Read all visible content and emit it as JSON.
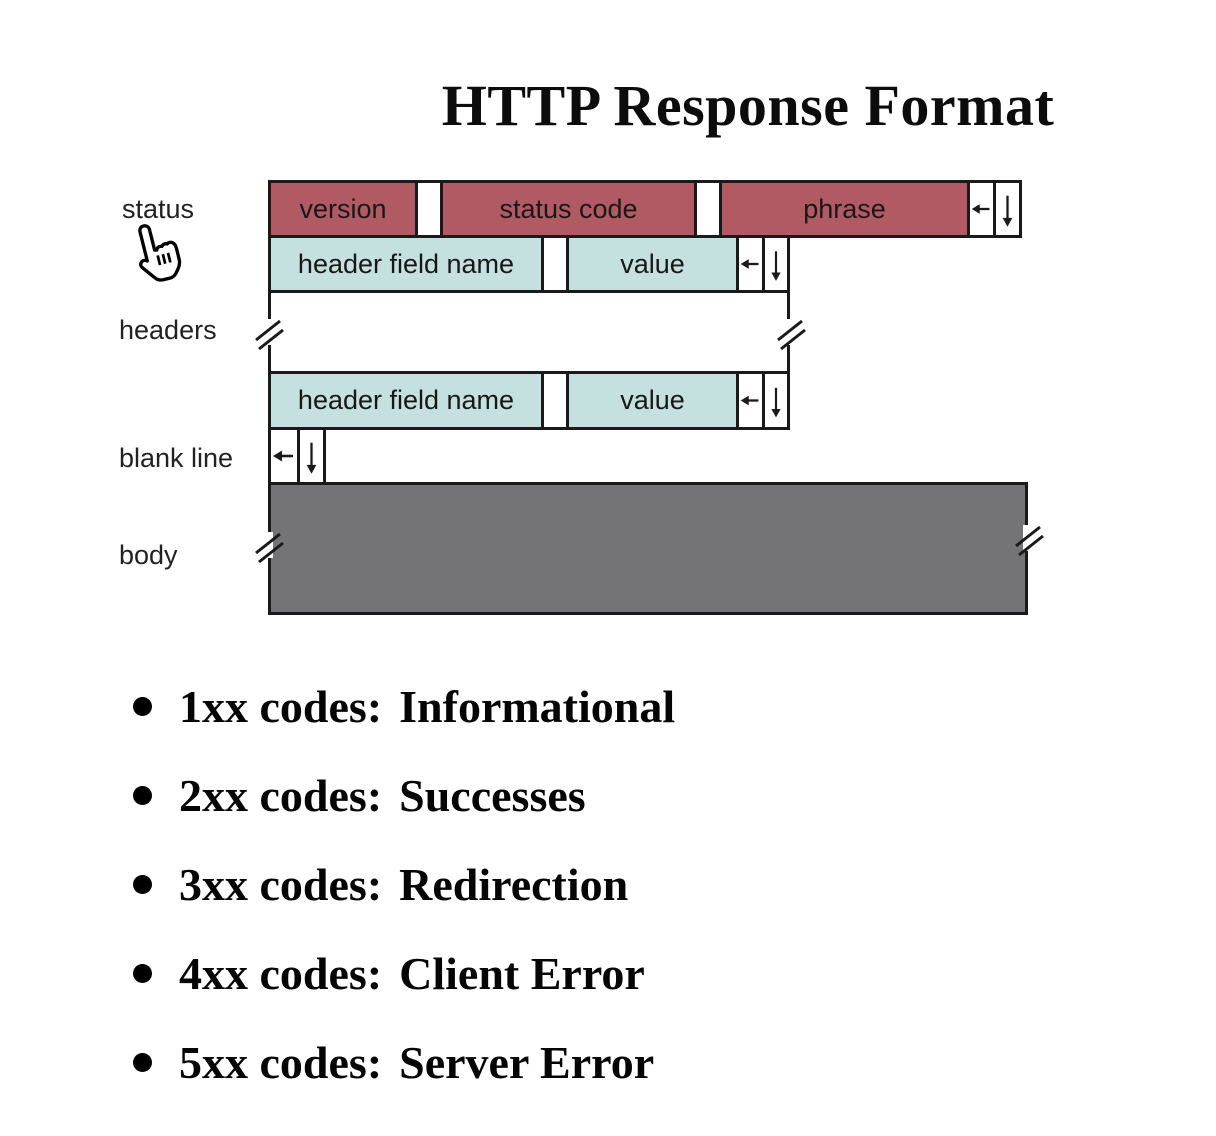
{
  "title": "HTTP Response Format",
  "diagram": {
    "row_labels": {
      "status": "status",
      "headers": "headers",
      "blank_line": "blank line",
      "body": "body"
    },
    "status_row": {
      "version": "version",
      "status_code": "status code",
      "phrase": "phrase"
    },
    "header_row_top": {
      "name": "header field name",
      "value": "value"
    },
    "header_row_bottom": {
      "name": "header field name",
      "value": "value"
    },
    "icons": {
      "cr": "carriage-return-left-arrow",
      "lf": "line-feed-down-arrow",
      "break": "continuation-break-slashes",
      "cursor": "hand-pointer-cursor"
    },
    "colors": {
      "status_fill": "#b25a63",
      "header_fill": "#c5e1df",
      "body_fill": "#747476",
      "border": "#1a1a1a"
    }
  },
  "bullets": [
    {
      "code": "1xx codes:",
      "desc": "Informational"
    },
    {
      "code": "2xx codes:",
      "desc": "Successes"
    },
    {
      "code": "3xx codes:",
      "desc": "Redirection"
    },
    {
      "code": "4xx codes:",
      "desc": "Client Error"
    },
    {
      "code": "5xx codes:",
      "desc": "Server Error"
    }
  ]
}
